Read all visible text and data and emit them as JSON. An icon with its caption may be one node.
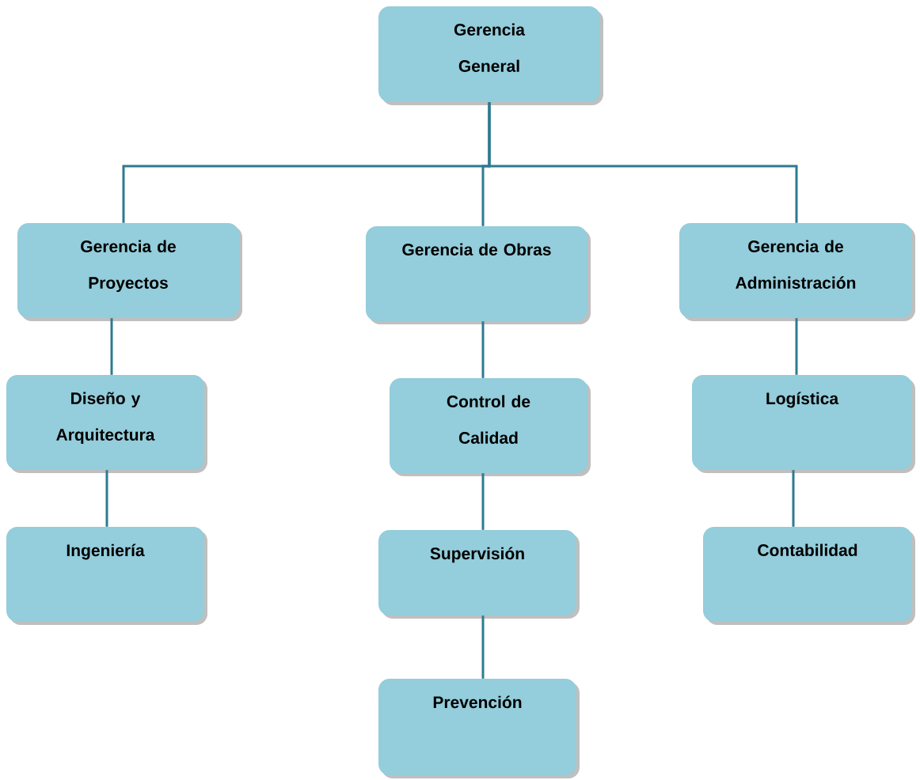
{
  "diagram": {
    "nodes": [
      {
        "text": [
          "Gerencia General"
        ]
      },
      {
        "text": [
          "Gerencia de Proyectos"
        ]
      },
      {
        "text": [
          "Gerencia de Obras"
        ]
      },
      {
        "text": [
          "Gerencia de Administración"
        ]
      },
      {
        "text": [
          "Diseño y Arquitectura"
        ]
      },
      {
        "text": [
          "Control de Calidad"
        ]
      },
      {
        "text": [
          "Logística"
        ]
      },
      {
        "text": [
          "Ingeniería"
        ]
      },
      {
        "text": [
          "Supervisión"
        ]
      },
      {
        "text": [
          "Contabilidad"
        ]
      },
      {
        "text": [
          "Prevención"
        ]
      }
    ],
    "edges": [
      {
        "from": 0,
        "to": 1,
        "arrow": "none"
      },
      {
        "from": 0,
        "to": 2,
        "arrow": "none"
      },
      {
        "from": 0,
        "to": 3,
        "arrow": "none"
      },
      {
        "from": 1,
        "to": 4,
        "arrow": "none"
      },
      {
        "from": 4,
        "to": 7,
        "arrow": "none"
      },
      {
        "from": 2,
        "to": 5,
        "arrow": "none"
      },
      {
        "from": 5,
        "to": 8,
        "arrow": "none"
      },
      {
        "from": 8,
        "to": 10,
        "arrow": "none"
      },
      {
        "from": 3,
        "to": 6,
        "arrow": "none"
      },
      {
        "from": 6,
        "to": 9,
        "arrow": "none"
      }
    ]
  }
}
